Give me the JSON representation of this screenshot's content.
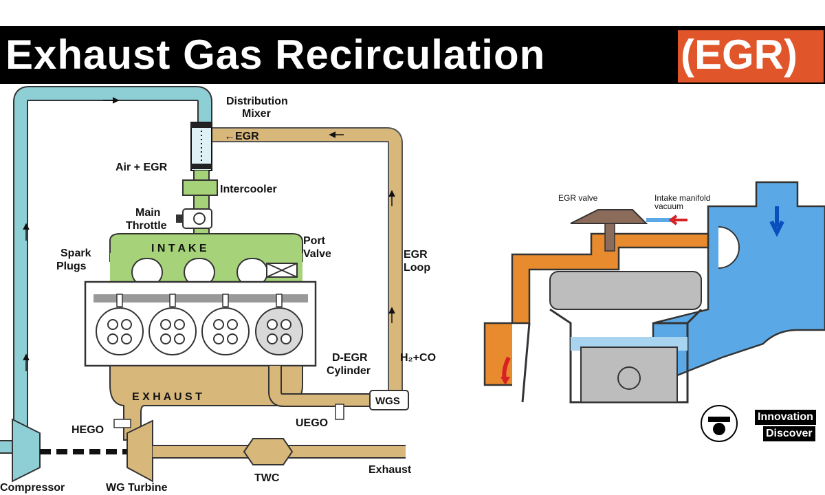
{
  "title": {
    "main": "Exhaust Gas Recirculation",
    "highlight": "(EGR)"
  },
  "colors": {
    "title_bar": "#000000",
    "highlight": "#e0562a",
    "intake_pipe": "#8ecfd6",
    "intake_green": "#a6d27a",
    "exhaust_tan": "#d8b77b",
    "engine_body": "#ffffff",
    "egr_orange": "#e88a2e",
    "air_blue": "#5aa9e6"
  },
  "left_diagram": {
    "labels": {
      "distribution_mixer_1": "Distribution",
      "distribution_mixer_2": "Mixer",
      "egr": "←EGR",
      "air_egr": "Air + EGR",
      "intercooler": "Intercooler",
      "main_throttle_1": "Main",
      "main_throttle_2": "Throttle",
      "intake": "I N T A K E",
      "port_valve_1": "Port",
      "port_valve_2": "Valve",
      "spark_plugs_1": "Spark",
      "spark_plugs_2": "Plugs",
      "egr_loop_1": "EGR",
      "egr_loop_2": "Loop",
      "h2co": "H₂+CO",
      "degr_1": "D-EGR",
      "degr_2": "Cylinder",
      "exhaust_manifold": "E X H A U S T",
      "wgs": "WGS",
      "hego": "HEGO",
      "uego": "UEGO",
      "compressor": "Compressor",
      "wg_turbine": "WG Turbine",
      "twc": "TWC",
      "exhaust_out": "Exhaust"
    }
  },
  "right_diagram": {
    "labels": {
      "egr_valve": "EGR valve",
      "intake_vacuum_1": "Intake manifold",
      "intake_vacuum_2": "vacuum"
    }
  },
  "brand": {
    "line1": "Innovation",
    "line2": "Discover"
  }
}
